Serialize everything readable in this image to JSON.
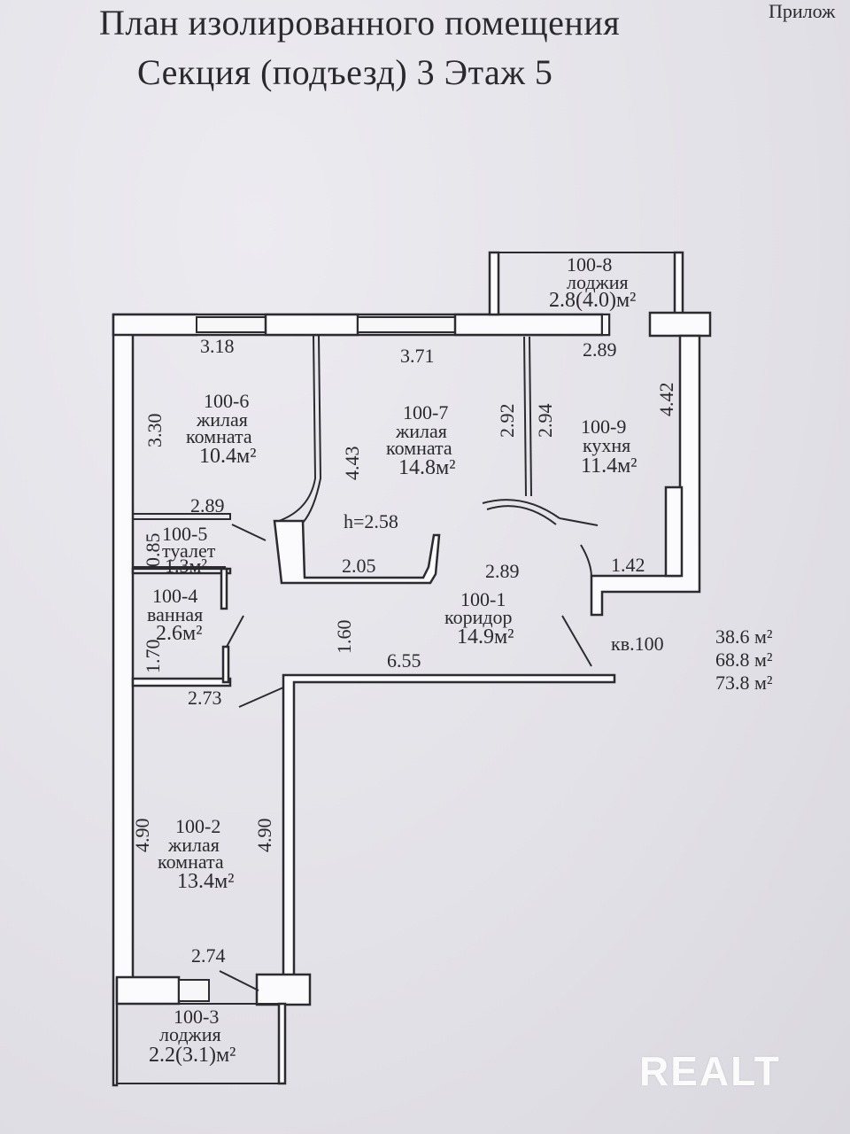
{
  "header": {
    "title_line1": "План изолированного помещения",
    "title_line2": "Секция (подъезд) 3    Этаж 5",
    "corner_text": "Прилож"
  },
  "rooms": {
    "r6": {
      "code": "100-6",
      "line1": "жилая",
      "line2": "комната",
      "area": "10.4м²"
    },
    "r7": {
      "code": "100-7",
      "line1": "жилая",
      "line2": "комната",
      "area": "14.8м²"
    },
    "r9": {
      "code": "100-9",
      "line1": "кухня",
      "area": "11.4м²"
    },
    "r8": {
      "code": "100-8",
      "line1": "лоджия",
      "area": "2.8(4.0)м²"
    },
    "r5": {
      "code": "100-5",
      "line1": "туалет",
      "area": "1.3м²"
    },
    "r4": {
      "code": "100-4",
      "line1": "ванная",
      "area": "2.6м²"
    },
    "r1": {
      "code": "100-1",
      "line1": "коридор",
      "area": "14.9м²"
    },
    "r2": {
      "code": "100-2",
      "line1": "жилая",
      "line2": "комната",
      "area": "13.4м²"
    },
    "r3": {
      "code": "100-3",
      "line1": "лоджия",
      "area": "2.2(3.1)м²"
    }
  },
  "dims": {
    "d318": "3.18",
    "d371": "3.71",
    "d289a": "2.89",
    "d330": "3.30",
    "d443": "4.43",
    "d292": "2.92",
    "d294": "2.94",
    "d442": "4.42",
    "d289b": "2.89",
    "d085": "0.85",
    "d205": "2.05",
    "d289c": "2.89",
    "d142": "1.42",
    "d160": "1.60",
    "d170": "1.70",
    "d655": "6.55",
    "d273": "2.73",
    "d490a": "4.90",
    "d490b": "4.90",
    "d274": "2.74"
  },
  "ceiling": "h=2.58",
  "apartment": "кв.100",
  "totals": [
    "38.6 м²",
    "68.8 м²",
    "73.8 м²"
  ],
  "watermark": "REALT"
}
